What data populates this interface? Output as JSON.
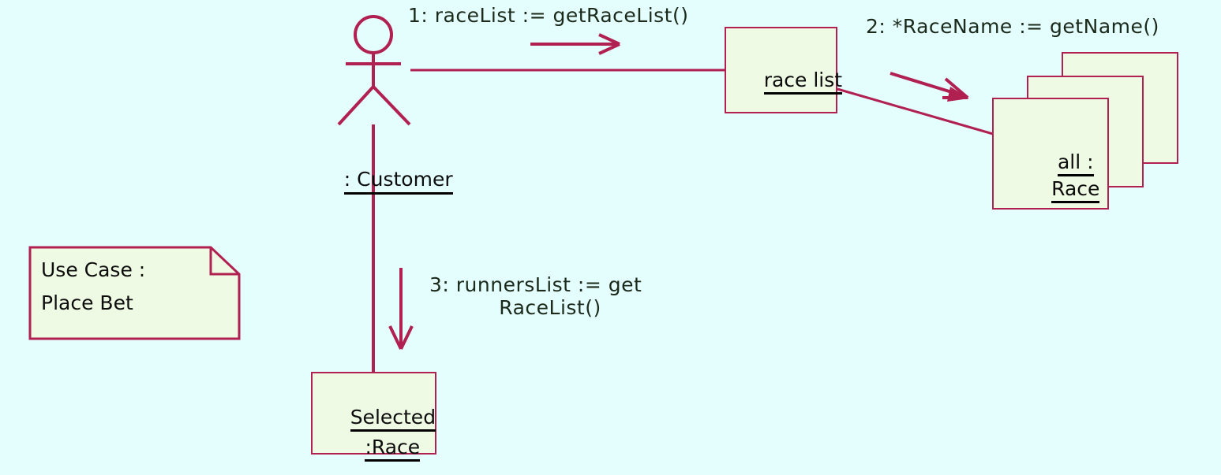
{
  "diagram": {
    "type": "uml-collaboration-diagram",
    "background_color": "#e4fdfd",
    "line_color": "#b02050",
    "box_fill_color": "#eefae3",
    "text_color": "#0d0d0d"
  },
  "actor": {
    "name": "stick-figure-actor",
    "label": ": Customer"
  },
  "objects": [
    {
      "id": "race-list",
      "label": "race list"
    },
    {
      "id": "all-race",
      "label_line1": "all :",
      "label_line2": "Race"
    },
    {
      "id": "selected-race",
      "label_line1": "Selected",
      "label_line2": ":Race"
    }
  ],
  "messages": [
    {
      "id": "message-1",
      "text": "1: raceList := getRaceList()"
    },
    {
      "id": "message-2",
      "text": "2: *RaceName := getName()"
    },
    {
      "id": "message-3",
      "line1": "3: runnersList := get",
      "line2": "RaceList()"
    }
  ],
  "note": {
    "line1": "Use Case :",
    "line2": "Place Bet"
  }
}
